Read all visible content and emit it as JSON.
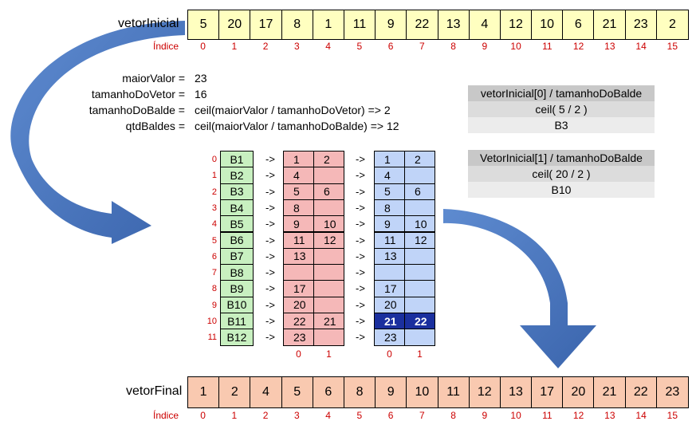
{
  "vetorInicial": {
    "label": "vetorInicial",
    "values": [
      "5",
      "20",
      "17",
      "8",
      "1",
      "11",
      "9",
      "22",
      "13",
      "4",
      "12",
      "10",
      "6",
      "21",
      "23",
      "2"
    ],
    "indices": [
      "0",
      "1",
      "2",
      "3",
      "4",
      "5",
      "6",
      "7",
      "8",
      "9",
      "10",
      "11",
      "12",
      "13",
      "14",
      "15"
    ],
    "index_label": "Índice"
  },
  "vetorFinal": {
    "label": "vetorFinal",
    "values": [
      "1",
      "2",
      "4",
      "5",
      "6",
      "8",
      "9",
      "10",
      "11",
      "12",
      "13",
      "17",
      "20",
      "21",
      "22",
      "23"
    ],
    "indices": [
      "0",
      "1",
      "2",
      "3",
      "4",
      "5",
      "6",
      "7",
      "8",
      "9",
      "10",
      "11",
      "12",
      "13",
      "14",
      "15"
    ],
    "index_label": "Índice"
  },
  "formulas": [
    {
      "name": "maiorValor =",
      "value": "23"
    },
    {
      "name": "tamanhoDoVetor =",
      "value": "16"
    },
    {
      "name": "tamanhoDoBalde =",
      "value": "ceil(maiorValor / tamanhoDoVetor) => 2"
    },
    {
      "name": "qtdBaldes =",
      "value": "ceil(maiorValor / tamanhoDoBalde) => 12"
    }
  ],
  "example1": {
    "line1": "vetorInicial[0] / tamanhoDoBalde",
    "line2": "ceil( 5 / 2 )",
    "line3": "B3"
  },
  "example2": {
    "line1": "VetorInicial[1] / tamanhoDoBalde",
    "line2": "ceil( 20 / 2 )",
    "line3": "B10"
  },
  "buckets": {
    "row_indices": [
      "0",
      "1",
      "2",
      "3",
      "4",
      "5",
      "6",
      "7",
      "8",
      "9",
      "10",
      "11"
    ],
    "names": [
      "B1",
      "B2",
      "B3",
      "B4",
      "B5",
      "B6",
      "B7",
      "B8",
      "B9",
      "B10",
      "B11",
      "B12"
    ],
    "arrow": "->",
    "unsorted": [
      [
        "1",
        "2"
      ],
      [
        "4",
        ""
      ],
      [
        "5",
        "6"
      ],
      [
        "8",
        ""
      ],
      [
        "9",
        "10"
      ],
      [
        "11",
        "12"
      ],
      [
        "13",
        ""
      ],
      [
        "",
        ""
      ],
      [
        "17",
        ""
      ],
      [
        "20",
        ""
      ],
      [
        "22",
        "21"
      ],
      [
        "23",
        ""
      ]
    ],
    "sorted": [
      [
        "1",
        "2"
      ],
      [
        "4",
        ""
      ],
      [
        "5",
        "6"
      ],
      [
        "8",
        ""
      ],
      [
        "9",
        "10"
      ],
      [
        "11",
        "12"
      ],
      [
        "13",
        ""
      ],
      [
        "",
        ""
      ],
      [
        "17",
        ""
      ],
      [
        "20",
        ""
      ],
      [
        "21",
        "22"
      ],
      [
        "23",
        ""
      ]
    ],
    "col_indices": [
      "0",
      "1"
    ],
    "highlight_row": 10
  },
  "colors": {
    "initial_fill": "#ffffc0",
    "final_fill": "#f9c9b0",
    "bucket_name_fill": "#c8f0c0",
    "unsorted_fill": "#f5b8b8",
    "sorted_fill": "#c0d4f8",
    "highlight_fill": "#1a2f9e",
    "arrow": "#4a78c0",
    "index_text": "#cc0000"
  }
}
